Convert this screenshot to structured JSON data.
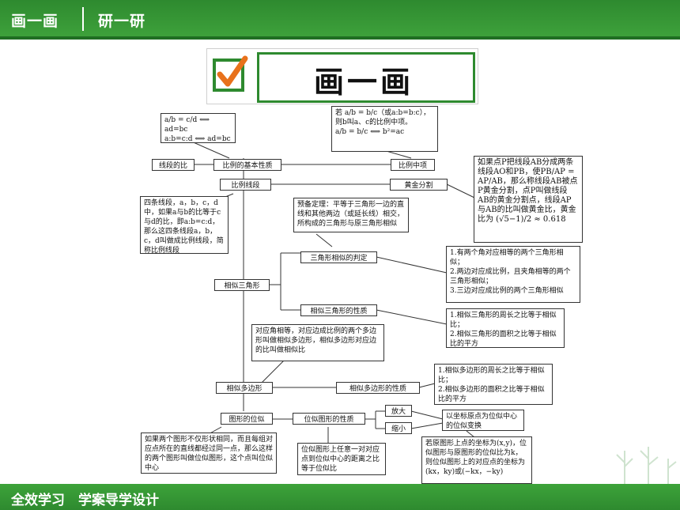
{
  "header": {
    "left_tab": "画一画",
    "right_tab": "研一研"
  },
  "badge": {
    "title": "画一画"
  },
  "footer": {
    "text": "全效学习　学案导学设计"
  },
  "nodes": {
    "ratio_formula": "a/b = c/d ⟺ ad=bc\na:b=c:d ⟺ ad=bc",
    "mean_formula": "若 a/b = b/c（或a:b=b:c），\n则b叫a、c的比例中项。\na/b = b/c ⟺ b²=ac",
    "segment_ratio": "线段的比",
    "basic_property": "比例的基本性质",
    "mean_prop": "比例中项",
    "proportional_segments": "比例线段",
    "golden_section": "黄金分割",
    "four_segments_desc": "四条线段，a，b，c，d中，如果a与b的比等于c与d的比，即a:b=c:d，那么这四条线段a，b，c，d叫做成比例线段，简称比例线段",
    "golden_desc": "如果点P把线段AB分成两条线段AO和PB，使PB/AP = AP/AB，那么称线段AB被点P黄金分割，点P叫做线段AB的黄金分割点，线段AP与AB的比叫做黄金比，黄金比为 (√5−1)/2 ≈ 0.618",
    "theorem_desc": "预备定理：平等于三角形一边的直线和其他两边（或延长线）相交，所构成的三角形与原三角形相似",
    "similar_triangles": "相似三角形",
    "tri_judgement": "三角形相似的判定",
    "tri_judgement_desc": "1.有两个角对应相等的两个三角形相似；\n2.两边对应成比例，且夹角相等的两个三角形相似；\n3.三边对应成比例的两个三角形相似",
    "tri_properties": "相似三角形的性质",
    "tri_properties_desc": "1.相似三角形的周长之比等于相似比；\n2.相似三角形的面积之比等于相似比的平方",
    "polygon_def": "对应角相等，对应边成比例的两个多边形叫做相似多边形，相似多边形对应边的比叫做相似比",
    "similar_polygons": "相似多边形",
    "poly_properties": "相似多边形的性质",
    "poly_properties_desc": "1.相似多边形的周长之比等于相似比；\n2.相似多边形的面积之比等于相似比的平方",
    "homothety": "图形的位似",
    "homothety_props": "位似图形的性质",
    "enlarge": "放大",
    "reduce": "缩小",
    "origin_center": "以坐标原点为位似中心的位似变换",
    "homothety_def": "如果两个图形不仅形状相同，而且每组对应点所在的直线都经过同一点，那么这样的两个图形叫做位似图形，这个点叫位似中心",
    "homothety_ratio": "位似图形上任意一对对应点到位似中心的距离之比等于位似比",
    "coord_desc": "若原图形上点的坐标为(x,y)，位似图形与原图形的位似比为k，则位似图形上的对应点的坐标为(kx，ky)或(−kx，−ky)"
  },
  "colors": {
    "header_green": "#2e8a2f",
    "check_orange": "#e8711b"
  }
}
